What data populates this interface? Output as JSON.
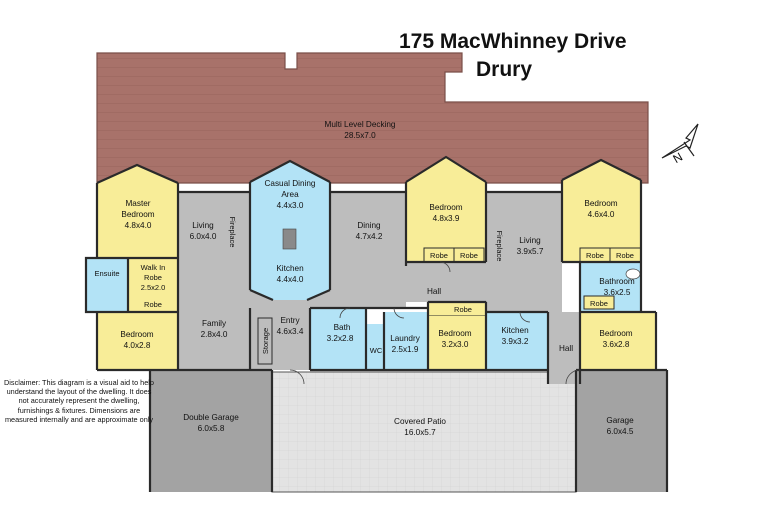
{
  "header": {
    "line1": "175 MacWhinney Drive",
    "line2": "Drury"
  },
  "disclaimer": "Disclaimer: This diagram is a visual aid to help understand the layout of the dwelling. It does not accurately represent the dwelling, furnishings & fixtures. Dimensions are measured internally and are approximate only",
  "compass": {
    "label": "N",
    "icon": "north-arrow-icon"
  },
  "colors": {
    "decking": "#a8726a",
    "bedroom": "#f8ed98",
    "living": "#bdbdbd",
    "wet": "#b3e3f6",
    "garage": "#a3a3a3",
    "patio": "#e3e3e3",
    "wall": "#2a2a2a"
  },
  "rooms": {
    "decking": {
      "name": "Multi Level Decking",
      "dim": "28.5x7.0"
    },
    "master": {
      "name1": "Master",
      "name2": "Bedroom",
      "dim": "4.8x4.0"
    },
    "ensuite": {
      "name": "Ensuite"
    },
    "walkin": {
      "name1": "Walk In",
      "name2": "Robe",
      "dim": "2.5x2.0"
    },
    "robe_master": {
      "name": "Robe"
    },
    "bed_sw": {
      "name": "Bedroom",
      "dim": "4.0x2.8"
    },
    "living_w": {
      "name": "Living",
      "dim": "6.0x4.0"
    },
    "family": {
      "name": "Family",
      "dim": "2.8x4.0"
    },
    "fireplace_w": {
      "name": "Fireplace"
    },
    "dining_casual": {
      "name1": "Casual Dining",
      "name2": "Area",
      "dim": "4.4x3.0"
    },
    "kitchen_main": {
      "name": "Kitchen",
      "dim": "4.4x4.0"
    },
    "dining": {
      "name": "Dining",
      "dim": "4.7x4.2"
    },
    "entry": {
      "name": "Entry",
      "dim": "4.6x3.4"
    },
    "storage": {
      "name": "Storage"
    },
    "bath": {
      "name": "Bath",
      "dim": "3.2x2.8"
    },
    "wc": {
      "name": "WC"
    },
    "laundry": {
      "name": "Laundry",
      "dim": "2.5x1.9"
    },
    "bed_mid": {
      "name": "Bedroom",
      "dim": "4.8x3.9"
    },
    "robe_mid_1": {
      "name": "Robe"
    },
    "robe_mid_2": {
      "name": "Robe"
    },
    "hall_mid": {
      "name": "Hall"
    },
    "robe_lower": {
      "name": "Robe"
    },
    "bed_small": {
      "name": "Bedroom",
      "dim": "3.2x3.0"
    },
    "fireplace_e": {
      "name": "Fireplace"
    },
    "living_e": {
      "name": "Living",
      "dim": "3.9x5.7"
    },
    "kitchen_e": {
      "name": "Kitchen",
      "dim": "3.9x3.2"
    },
    "bed_ne": {
      "name": "Bedroom",
      "dim": "4.6x4.0"
    },
    "robe_ne_1": {
      "name": "Robe"
    },
    "robe_ne_2": {
      "name": "Robe"
    },
    "bathroom_e": {
      "name": "Bathroom",
      "dim": "3.6x2.5"
    },
    "robe_e": {
      "name": "Robe"
    },
    "hall_e": {
      "name": "Hall"
    },
    "bed_se": {
      "name": "Bedroom",
      "dim": "3.6x2.8"
    },
    "double_garage": {
      "name": "Double Garage",
      "dim": "6.0x5.8"
    },
    "patio": {
      "name": "Covered Patio",
      "dim": "16.0x5.7"
    },
    "garage": {
      "name": "Garage",
      "dim": "6.0x4.5"
    }
  }
}
